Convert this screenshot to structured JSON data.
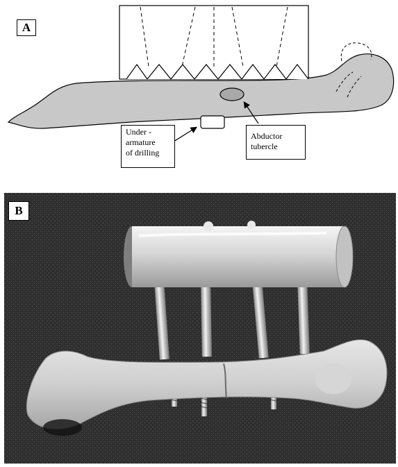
{
  "panel_a": {
    "label": "A",
    "callout_drilling": [
      "Under -",
      "armature",
      "of drilling"
    ],
    "callout_tubercle": [
      "Abductor",
      "tubercle"
    ]
  },
  "panel_b": {
    "label": "B"
  },
  "colors": {
    "bone_fill": "#c8c8c8",
    "tubercle_fill": "#a8a8a8",
    "fabric_dark": "#2e2e2e",
    "metal": "#d9d9d9"
  }
}
